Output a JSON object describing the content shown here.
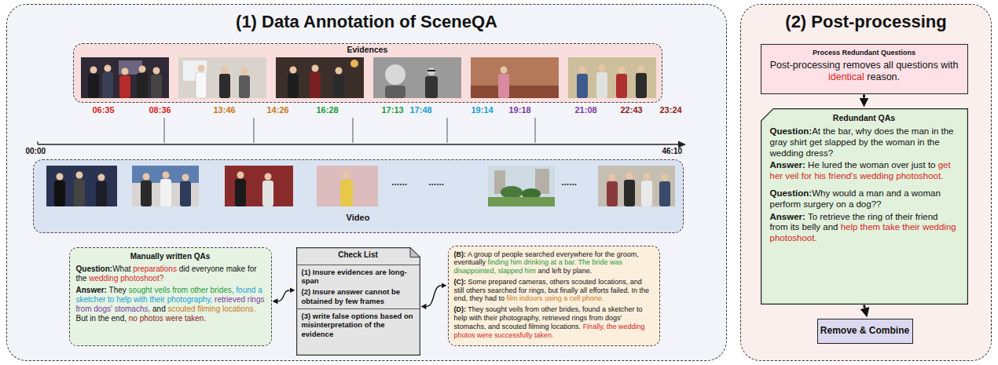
{
  "diagram": {
    "nodes": [
      {
        "text": [
          "(1) Data Annotation of SceneQA"
        ]
      },
      {
        "text": [
          "Evidences"
        ],
        "in": 0
      },
      {
        "text": [
          "Video"
        ],
        "in": 0
      },
      {
        "text": [
          "Manually written QAs",
          "Question:What preparations did everyone make for the wedding photoshoot?",
          "Answer: They sought veils from other brides, found a sketcher to help with their photography, retrieved rings from dogs' stomachs, and scouted filming locations. But in the end, no photos were taken."
        ],
        "in": 0
      },
      {
        "text": [
          "Check List",
          "(1) Insure evidences are long-span",
          "(2) Insure answer cannot be obtained by few frames",
          "(3) write false options based on misinterpretation of the evidence"
        ],
        "in": 0
      },
      {
        "text": [
          "(B): A group of people searched everywhere for the groom, eventually finding him drinking at a bar. The bride was disappointed, slapped him and left by plane.",
          "(C): Some prepared cameras, others scouted locations, and still others searched for rings, but finally all efforts failed. In the end, they had to film indoors using a cell phone.",
          "(D): They sought veils from other brides, found a sketcher to help with their photography, retrieved rings from dogs' stomachs, and scouted filming locations. Finally, the wedding photos were successfully taken."
        ],
        "in": 0
      },
      {
        "text": [
          "(2) Post-processing"
        ]
      },
      {
        "text": [
          "Process Redundant Questions",
          "Post-processing removes all questions with identical reason."
        ],
        "in": 6
      },
      {
        "text": [
          "Redundant QAs",
          "Question:At the bar, why does the man in the gray shirt get slapped by the woman in the wedding dress?",
          "Answer: He lured the woman over just to get her veil for his friend's wedding photoshoot.",
          "Question:Why would a man and a woman perform surgery on a dog??",
          "Answer: To retrieve the ring of their friend from its belly and help them take their wedding photoshoot."
        ],
        "in": 6
      },
      {
        "text": [
          "Remove & Combine"
        ],
        "in": 6
      }
    ],
    "edges": [
      {
        "from": 3,
        "to": 4,
        "arrow": "both"
      },
      {
        "from": 4,
        "to": 5,
        "arrow": "both"
      },
      {
        "from": 7,
        "to": 8,
        "arrow": "to"
      },
      {
        "from": 8,
        "to": 9,
        "arrow": "to"
      }
    ],
    "labels": [
      "06:35",
      "08:36",
      "13:46",
      "14:26",
      "16:28",
      "17:13",
      "17:48",
      "19:14",
      "19:18",
      "21:08",
      "22:43",
      "23:24",
      "00:00",
      "46:10",
      "......",
      "......",
      "......"
    ]
  }
}
